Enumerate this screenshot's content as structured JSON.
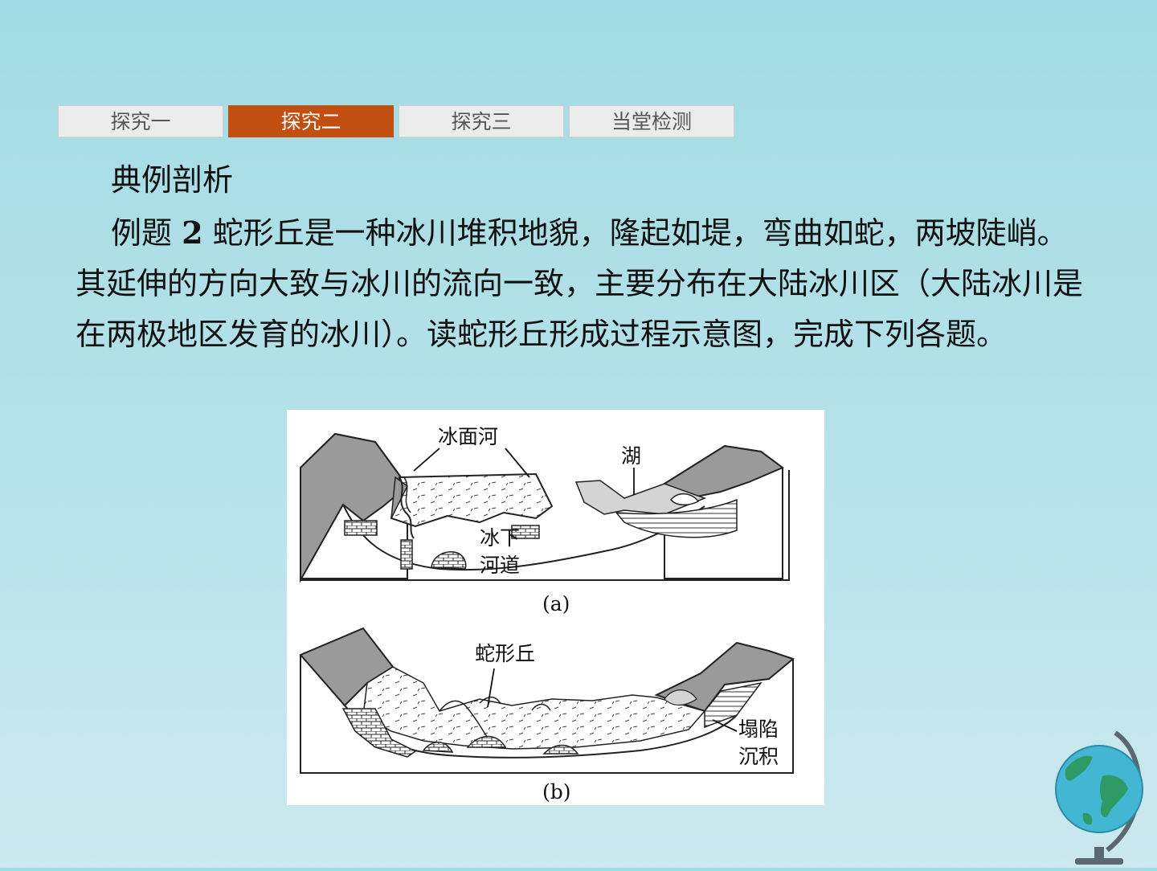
{
  "tabs": [
    {
      "label": "探究一",
      "active": false
    },
    {
      "label": "探究二",
      "active": true
    },
    {
      "label": "探究三",
      "active": false
    },
    {
      "label": "当堂检测",
      "active": false
    }
  ],
  "section_heading": "典例剖析",
  "question": {
    "prefix": "例题",
    "number": "2",
    "text": "蛇形丘是一种冰川堆积地貌，隆起如堤，弯曲如蛇，两坡陡峭。其延伸的方向大致与冰川的流向一致，主要分布在大陆冰川区（大陆冰川是在两极地区发育的冰川）。读蛇形丘形成过程示意图，完成下列各题。"
  },
  "figure": {
    "a": {
      "label_surface_river": "冰面河",
      "label_lake": "湖",
      "label_subglacial_1": "冰下",
      "label_subglacial_2": "河道",
      "caption": "(a)"
    },
    "b": {
      "label_esker": "蛇形丘",
      "label_collapse_1": "塌陷",
      "label_collapse_2": "沉积",
      "caption": "(b)"
    }
  },
  "colors": {
    "tab_active": "#c24e10",
    "tab_inactive": "#ececec",
    "mountain_fill": "#9a9a9a"
  }
}
